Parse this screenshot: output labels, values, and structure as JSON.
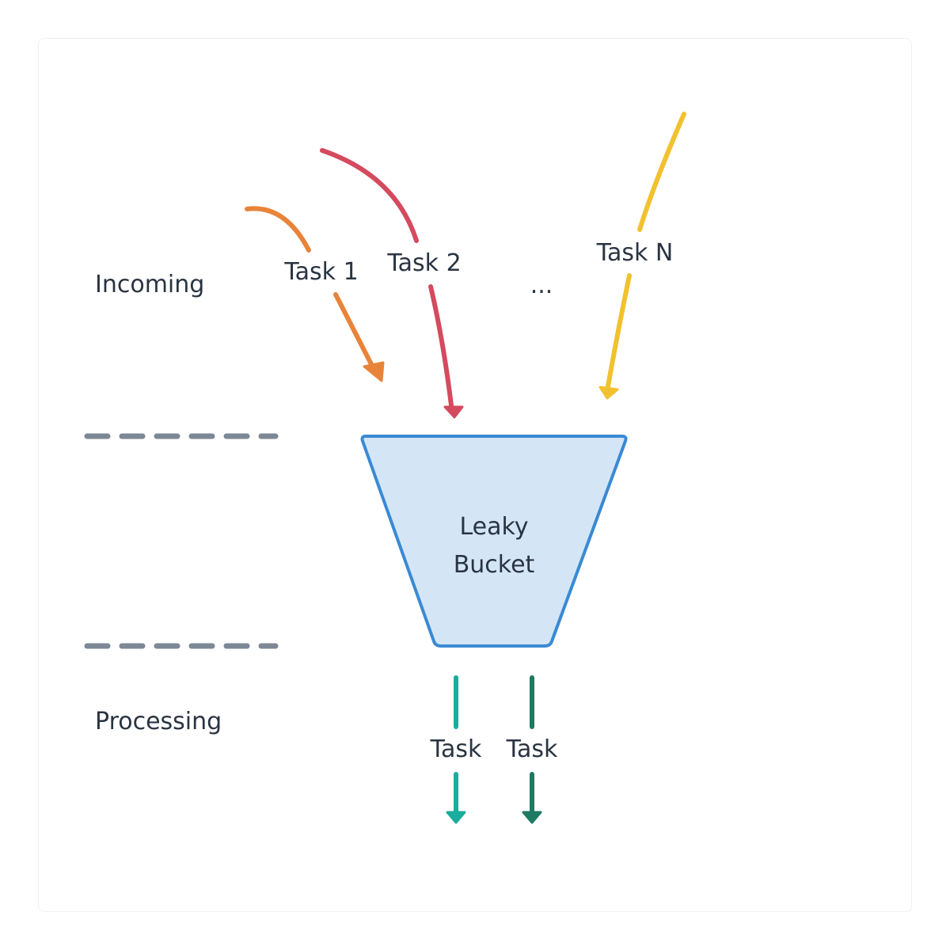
{
  "regions": {
    "incoming": "Incoming",
    "processing": "Processing"
  },
  "incoming_tasks": [
    {
      "label": "Task 1",
      "color": "#e8843a"
    },
    {
      "label": "Task 2",
      "color": "#d44a5e"
    },
    {
      "label": "...",
      "color": "#2a3442"
    },
    {
      "label": "Task N",
      "color": "#f2c12e"
    }
  ],
  "bucket": {
    "line1": "Leaky",
    "line2": "Bucket",
    "fill": "#d4e6f6",
    "stroke": "#3a8ad4"
  },
  "outgoing_tasks": [
    {
      "label": "Task",
      "color": "#1aac9c"
    },
    {
      "label": "Task",
      "color": "#1e7a62"
    }
  ],
  "divider_color": "#7d8896"
}
